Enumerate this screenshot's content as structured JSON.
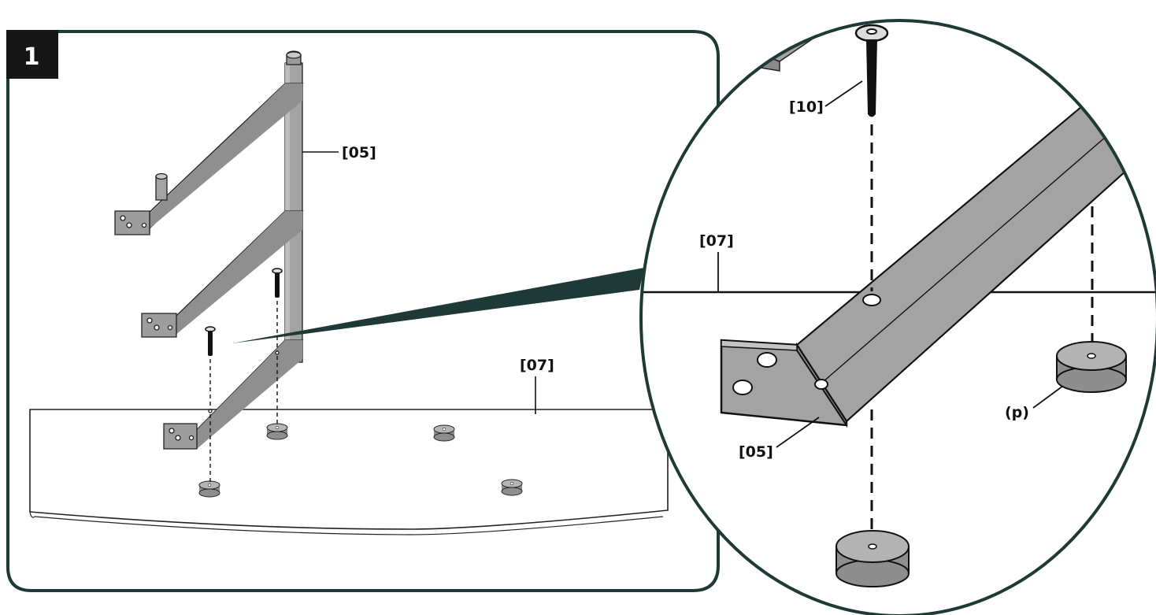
{
  "step": {
    "number": "1"
  },
  "labels": {
    "frame_main": "[05]",
    "shelf_main": "[07]",
    "screw_detail": "[10]",
    "shelf_detail": "[07]",
    "frame_detail": "[05]",
    "pad_detail": "(p)"
  },
  "colors": {
    "frame_stroke": "#1f3a36",
    "metal_fill": "#a3a3a3",
    "metal_light": "#bdbdbd",
    "metal_dark": "#7e7e7e",
    "screw": "#111111",
    "line": "#111111"
  }
}
